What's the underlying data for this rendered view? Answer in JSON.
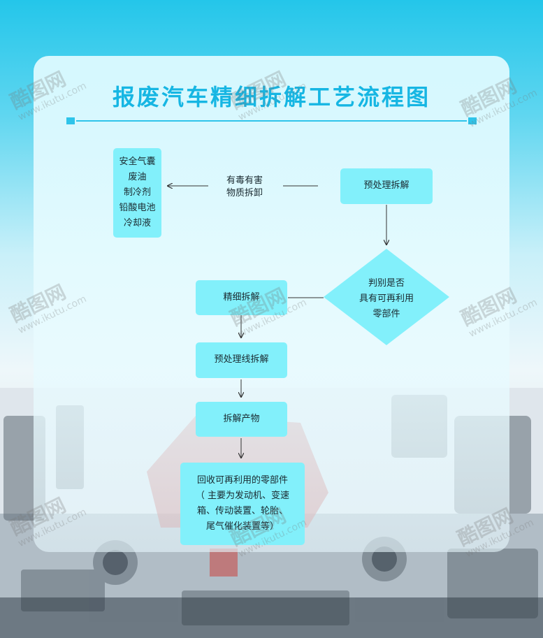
{
  "title": "报废汽车精细拆解工艺流程图",
  "nodes": {
    "pretreatment": "预处理拆解",
    "hazard_label": [
      "有毒有害",
      "物质拆卸"
    ],
    "hazard_list": [
      "安全气囊",
      "废油",
      "制冷剂",
      "铅酸电池",
      "冷却液"
    ],
    "decision": [
      "判别是否",
      "具有可再利用",
      "零部件"
    ],
    "fine": "精细拆解",
    "line": "预处理线拆解",
    "products": "拆解产物",
    "recycle": [
      "回收可再利用的零部件",
      "（ 主要为发动机、变速",
      "箱、传动装置、轮胎、",
      "尾气催化装置等）"
    ]
  },
  "watermark": {
    "brand": "酷图网",
    "url": "www.ikutu.com"
  },
  "colors": {
    "box": "#82f0fb",
    "title": "#16b6e3",
    "arrow": "#333333"
  }
}
